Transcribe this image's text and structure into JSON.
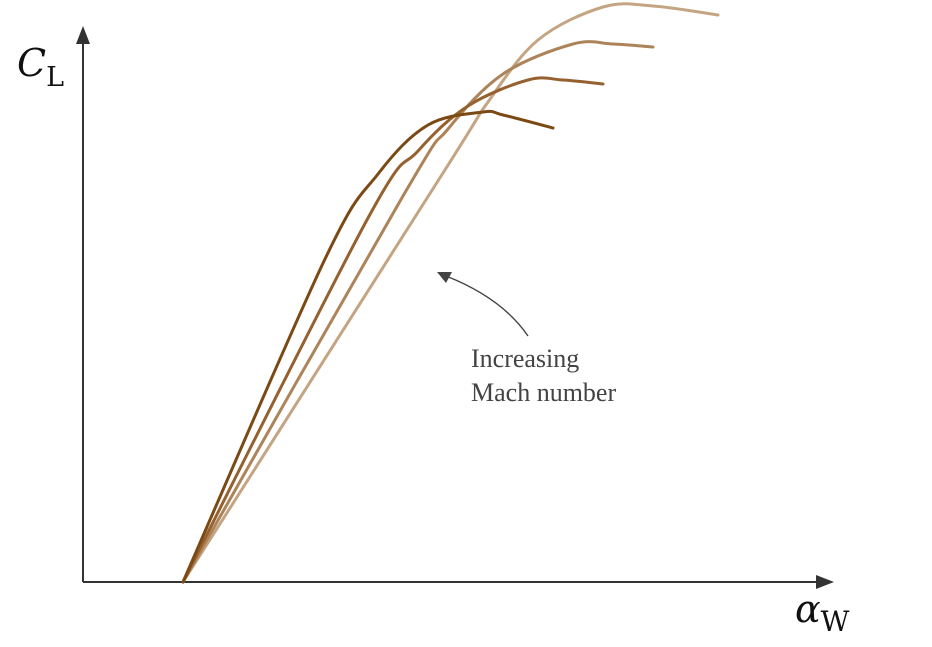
{
  "chart_data": {
    "type": "line",
    "title": "",
    "xlabel": {
      "main": "α",
      "sub": "W"
    },
    "ylabel": {
      "main": "C",
      "sub": "L"
    },
    "grid": false,
    "legend": "none",
    "annotation": {
      "lines": [
        "Increasing",
        "Mach number"
      ],
      "color": "#444444"
    },
    "series": [
      {
        "color": "#7b4a14",
        "points": [
          [
            0,
            0
          ],
          [
            1.42,
            3.23
          ],
          [
            1.95,
            4.08
          ],
          [
            2.45,
            4.57
          ],
          [
            3.0,
            4.7
          ],
          [
            3.2,
            4.67
          ],
          [
            3.7,
            4.54
          ]
        ]
      },
      {
        "color": "#94612f",
        "points": [
          [
            0,
            0
          ],
          [
            1.85,
            3.64
          ],
          [
            2.35,
            4.31
          ],
          [
            2.85,
            4.76
          ],
          [
            3.45,
            5.02
          ],
          [
            3.8,
            5.02
          ],
          [
            4.2,
            4.98
          ]
        ]
      },
      {
        "color": "#ad8459",
        "points": [
          [
            0,
            0
          ],
          [
            2.2,
            3.86
          ],
          [
            2.65,
            4.53
          ],
          [
            3.2,
            5.08
          ],
          [
            3.9,
            5.38
          ],
          [
            4.3,
            5.38
          ],
          [
            4.7,
            5.35
          ]
        ]
      },
      {
        "color": "#c4a583",
        "points": [
          [
            0,
            0
          ],
          [
            2.6,
            4.09
          ],
          [
            3.05,
            4.8
          ],
          [
            3.55,
            5.42
          ],
          [
            4.2,
            5.75
          ],
          [
            4.7,
            5.76
          ],
          [
            5.35,
            5.67
          ]
        ]
      }
    ]
  }
}
